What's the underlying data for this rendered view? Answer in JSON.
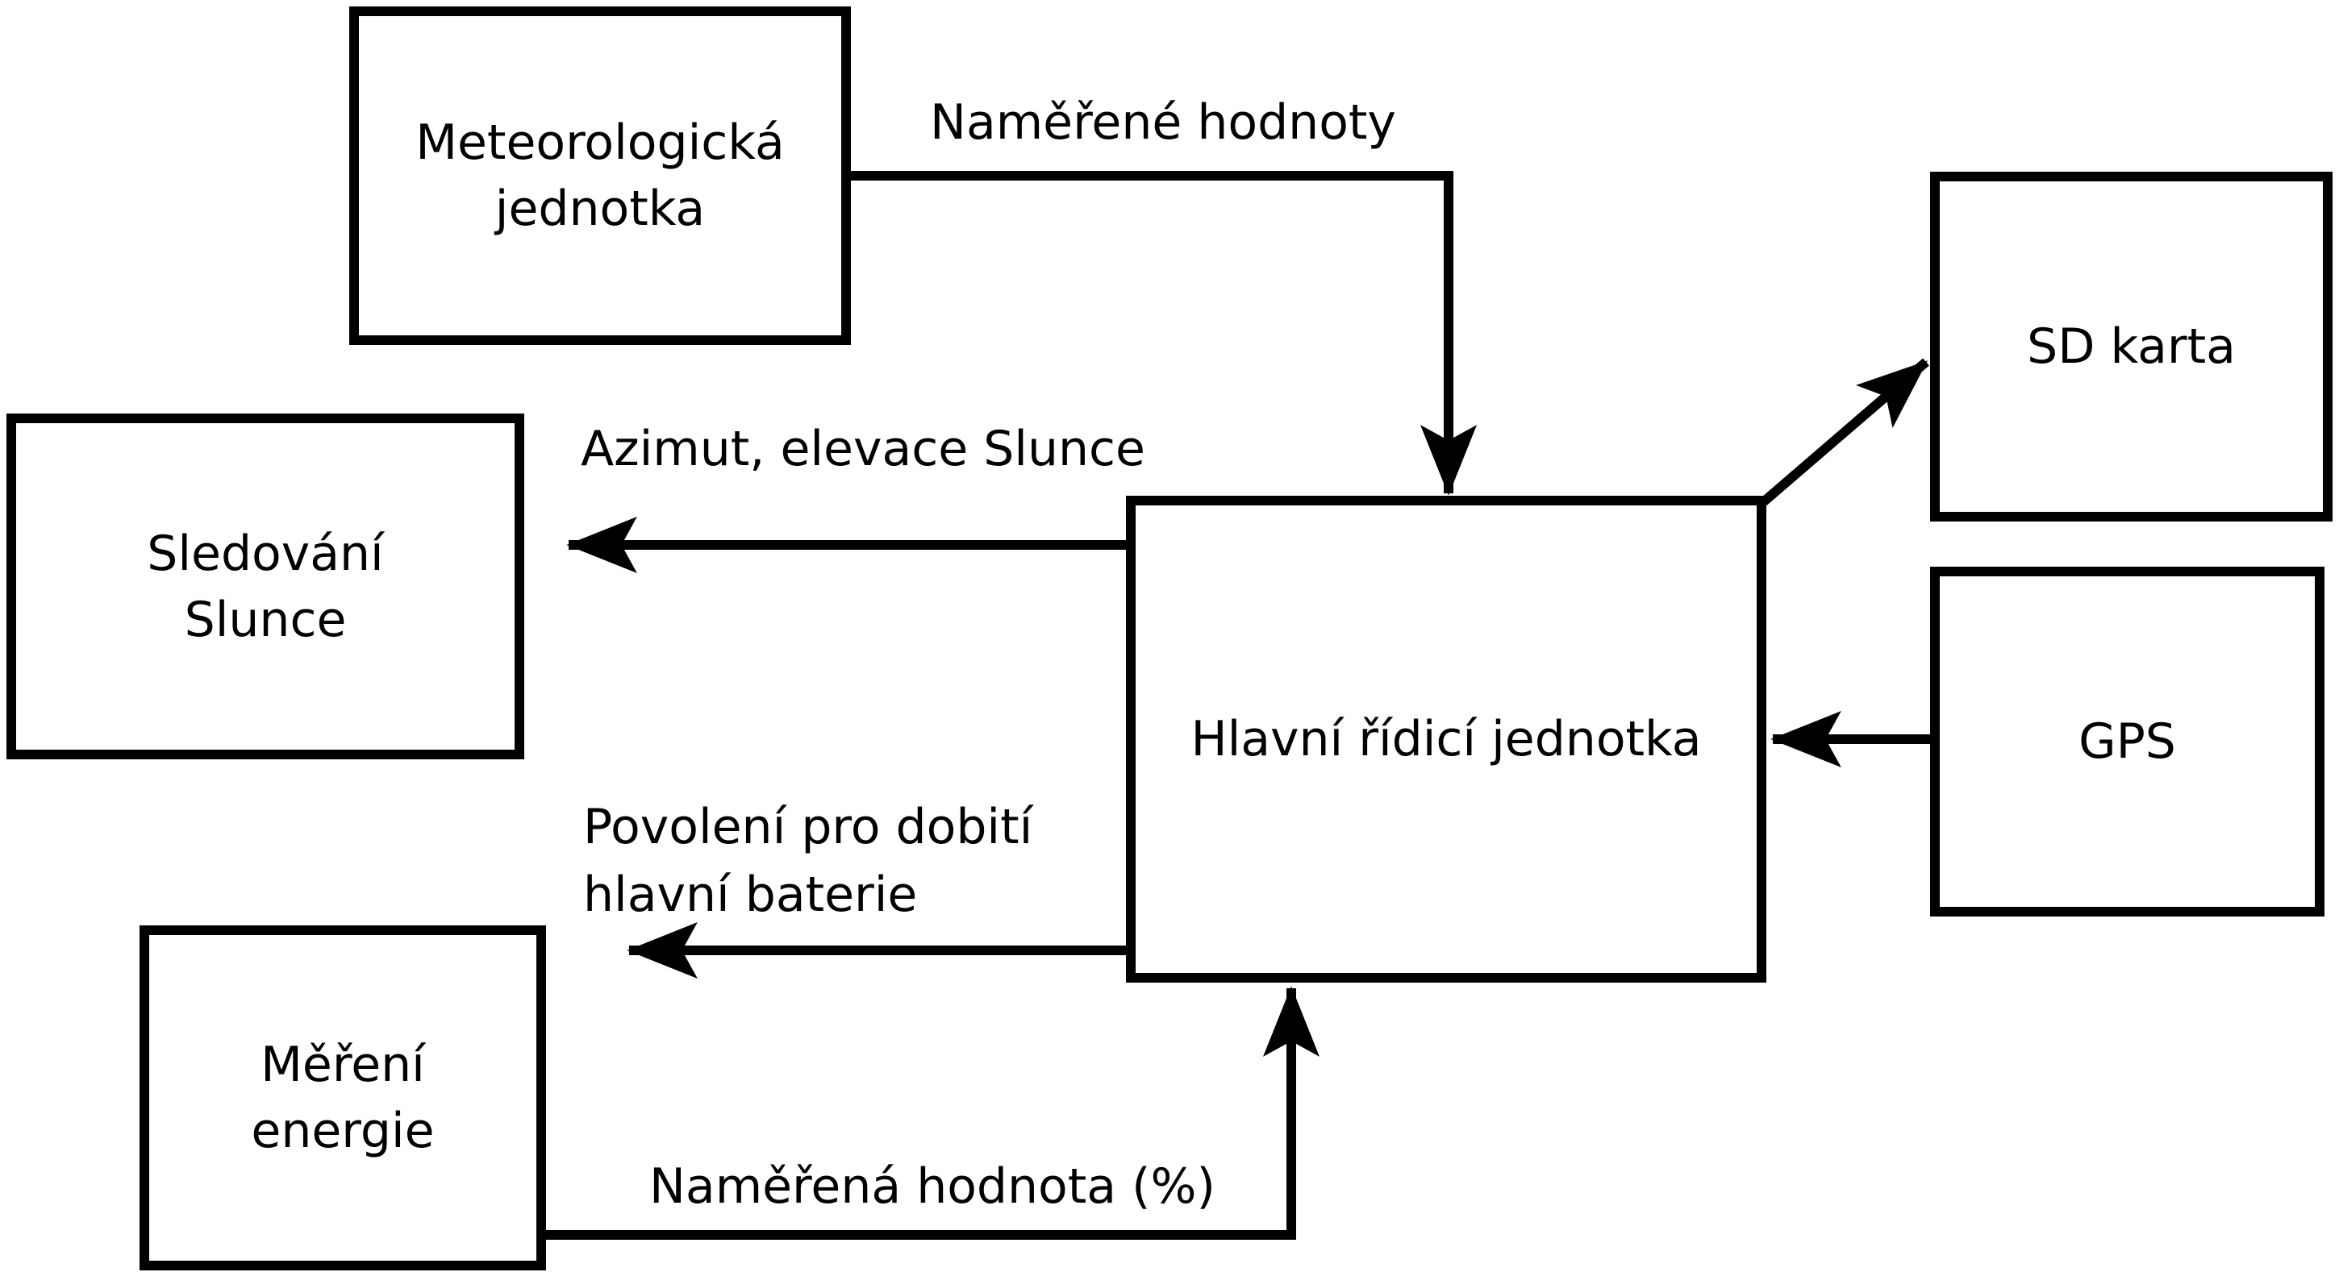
{
  "diagram": {
    "colors": {
      "background": "#ffffff",
      "line": "#000000",
      "text": "#000000"
    },
    "boxes": {
      "meteo": {
        "label": "Meteorologická\njednotka"
      },
      "sd": {
        "label": "SD karta"
      },
      "sledovani": {
        "label": "Sledování\nSlunce"
      },
      "main": {
        "label": "Hlavní řídicí jednotka"
      },
      "gps": {
        "label": "GPS"
      },
      "mereni": {
        "label": "Měření\nenergie"
      }
    },
    "edges": {
      "meteo_to_main": {
        "from": "meteo",
        "to": "main",
        "label": "Naměřené hodnoty"
      },
      "main_to_sd": {
        "from": "main",
        "to": "sd",
        "label": ""
      },
      "gps_to_main": {
        "from": "gps",
        "to": "main",
        "label": ""
      },
      "main_to_sledovani": {
        "from": "main",
        "to": "sledovani",
        "label": "Azimut, elevace Slunce"
      },
      "main_to_battery": {
        "from": "main",
        "to": "left",
        "label": "Povolení pro dobití\nhlavní baterie"
      },
      "mereni_to_main": {
        "from": "mereni",
        "to": "main",
        "label": "Naměřená hodnota (%)"
      }
    }
  }
}
